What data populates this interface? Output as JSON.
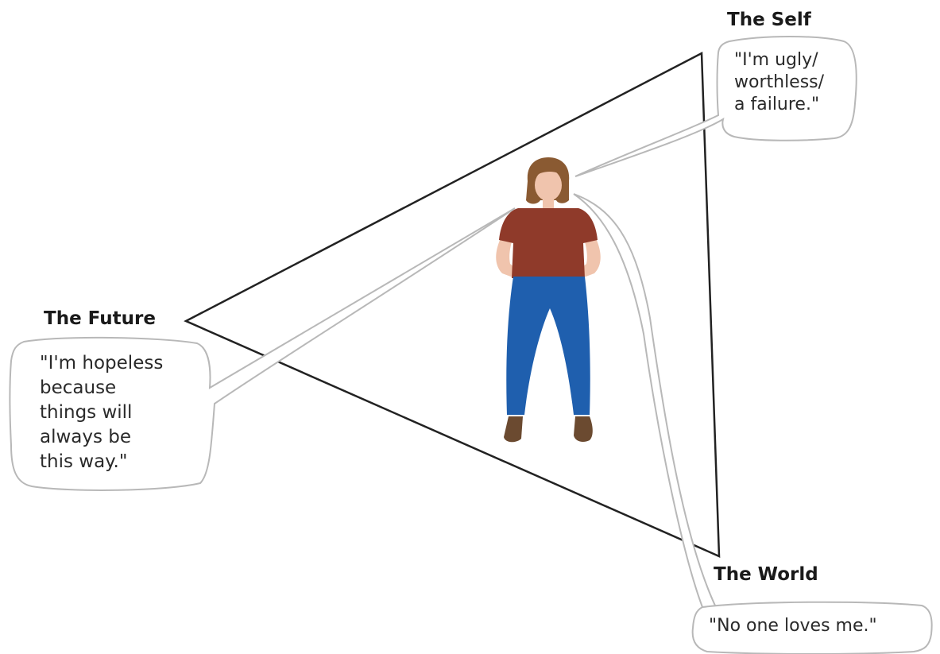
{
  "nodes": {
    "self": {
      "title": "The Self",
      "thought_lines": [
        "\"I'm ugly/",
        "worthless/",
        "a failure.\""
      ]
    },
    "future": {
      "title": "The Future",
      "thought_lines": [
        "\"I'm hopeless",
        "because",
        "things will",
        "always be",
        "this way.\""
      ]
    },
    "world": {
      "title": "The World",
      "thought_lines": [
        "\"No one loves me.\""
      ]
    }
  },
  "colors": {
    "shirt": "#8f3a2a",
    "jeans": "#1f5fae",
    "hair": "#8a5a32",
    "skin": "#f0c4ad",
    "shoes": "#6b4a30",
    "lines": "#222222",
    "bubble_outline": "#b8b8b8"
  },
  "icons": {
    "figure": "person-figure"
  }
}
